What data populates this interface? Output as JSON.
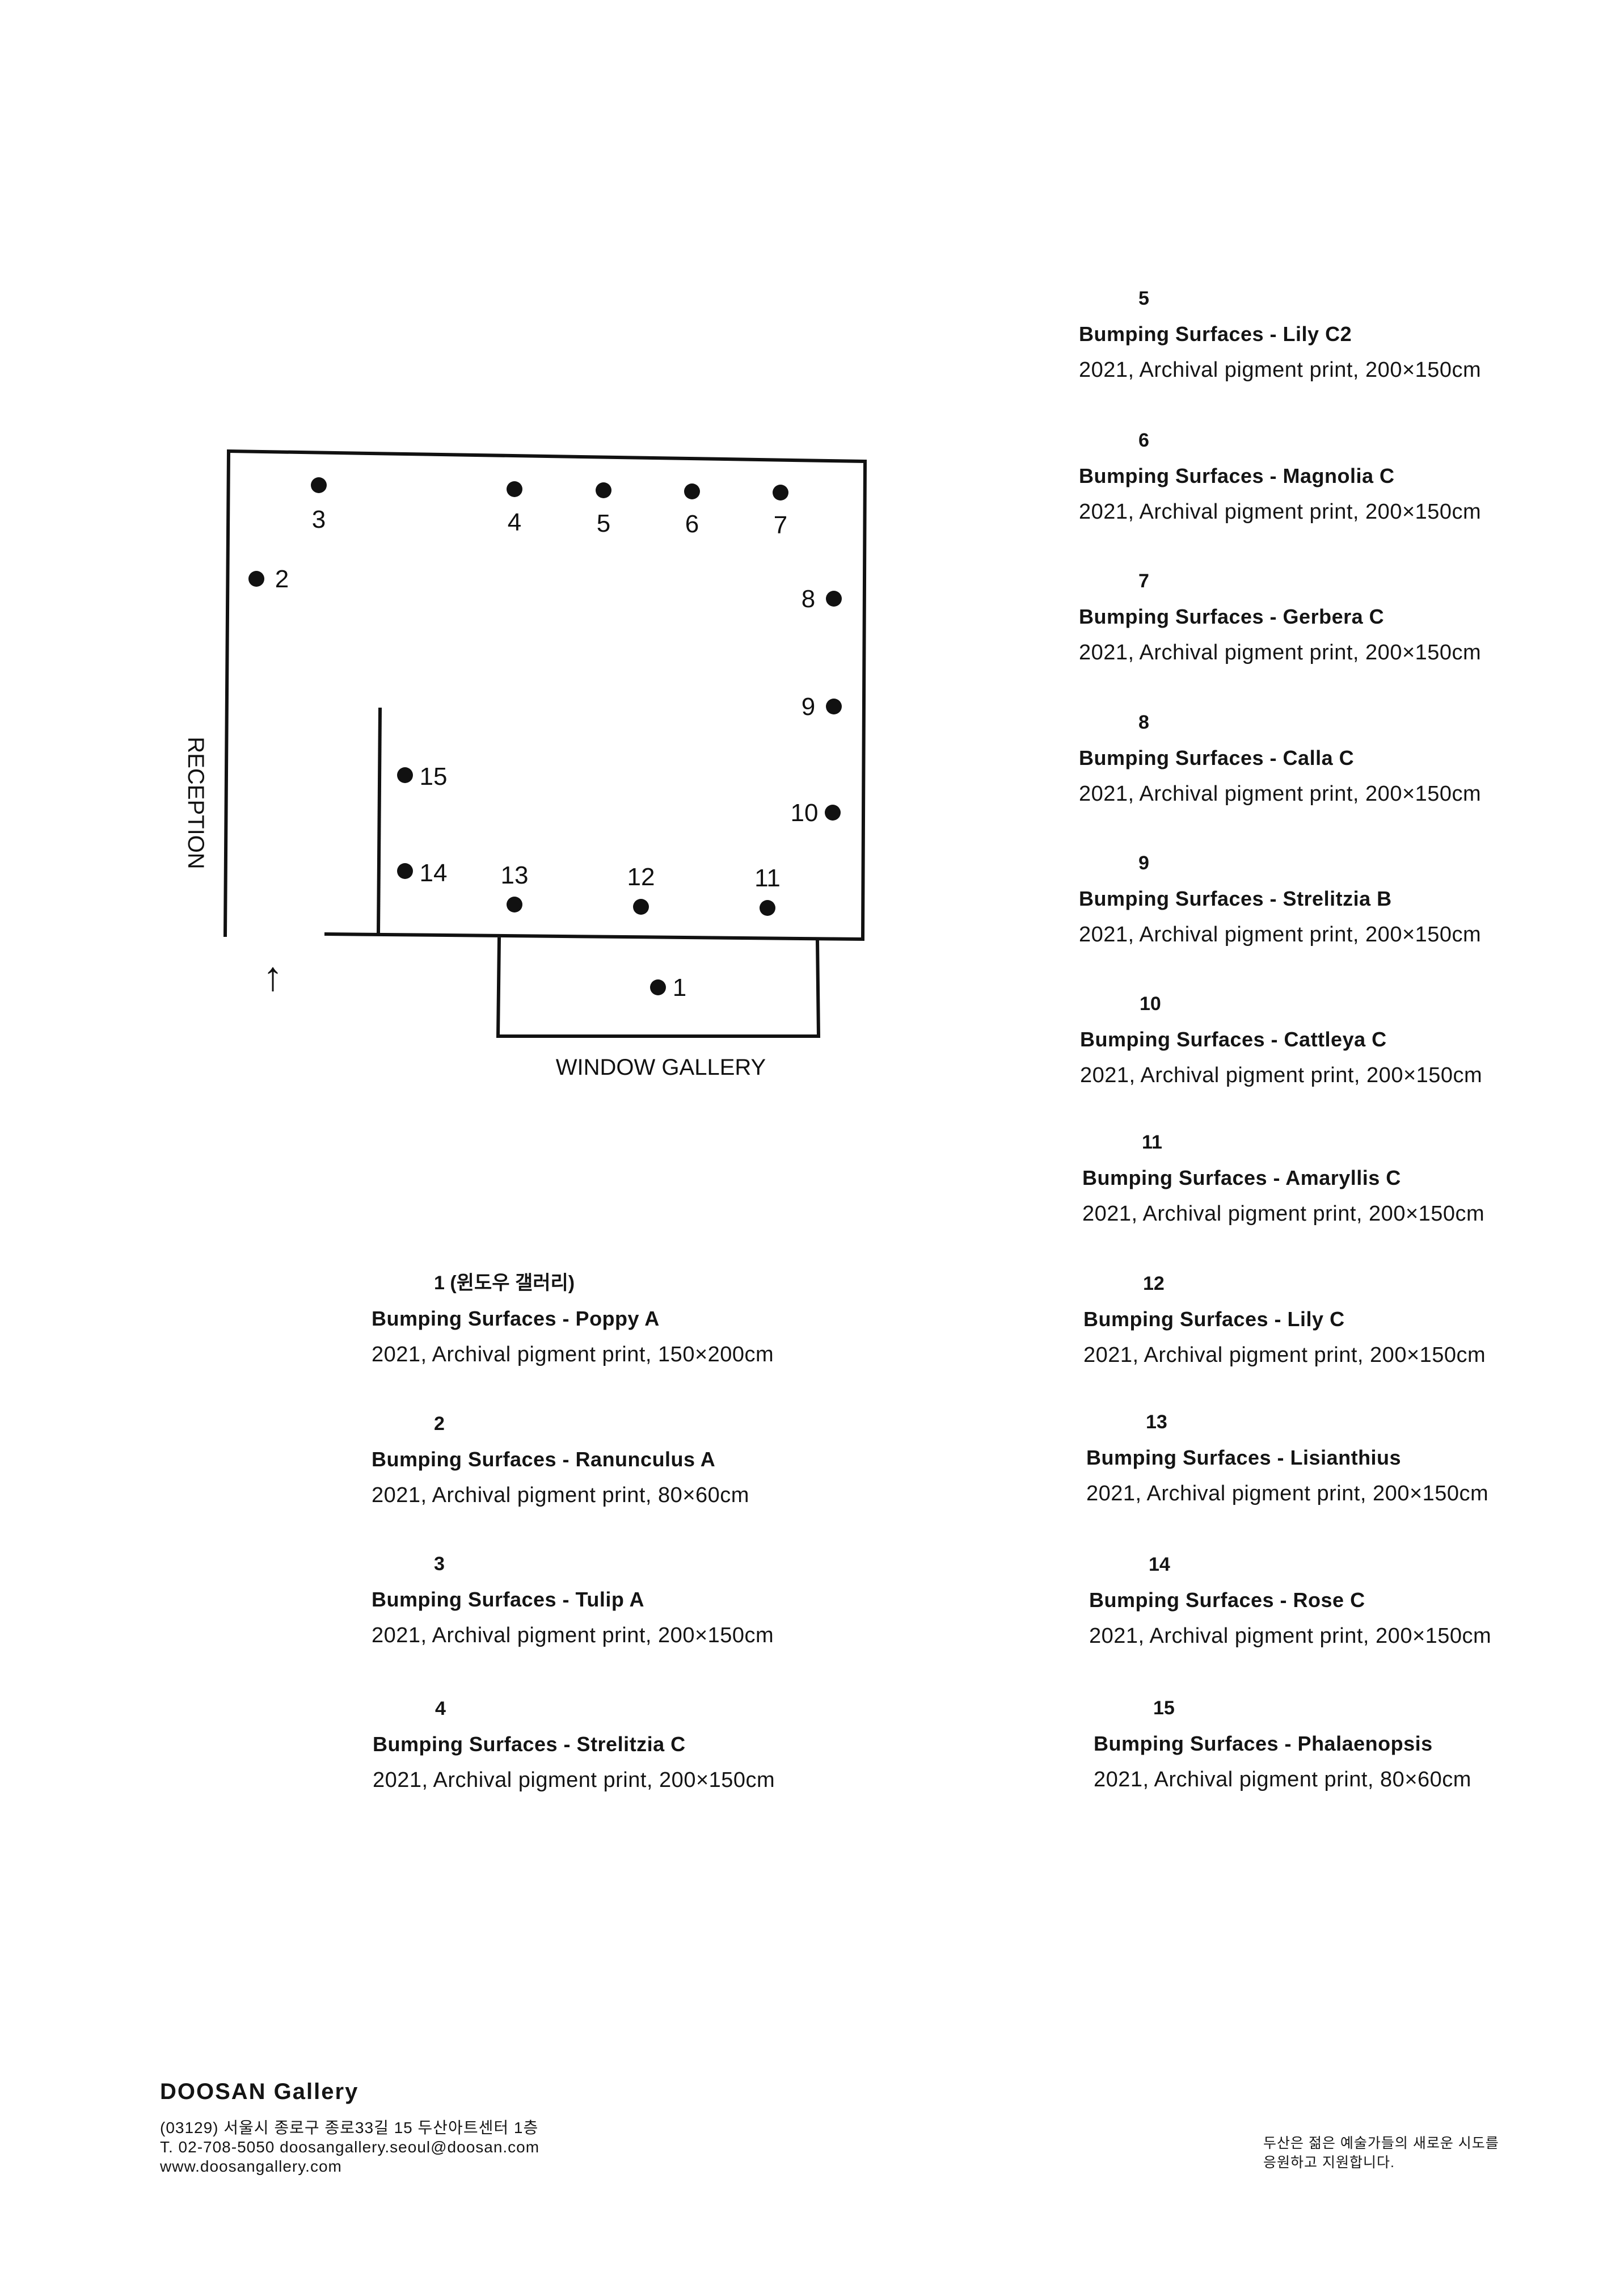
{
  "floorplan": {
    "spot_labels": [
      "1",
      "2",
      "3",
      "4",
      "5",
      "6",
      "7",
      "8",
      "9",
      "10",
      "11",
      "12",
      "13",
      "14",
      "15"
    ],
    "reception_label": "RECEPTION",
    "window_gallery_label": "WINDOW GALLERY",
    "entrance_arrow": "↑"
  },
  "works": [
    {
      "num": "1 (윈도우 갤러리)",
      "title": "Bumping Surfaces - Poppy A",
      "detail": "2021, Archival pigment print, 150×200cm"
    },
    {
      "num": "2",
      "title": "Bumping Surfaces - Ranunculus A",
      "detail": "2021, Archival pigment print, 80×60cm"
    },
    {
      "num": "3",
      "title": "Bumping Surfaces - Tulip A",
      "detail": "2021, Archival pigment print, 200×150cm"
    },
    {
      "num": "4",
      "title": "Bumping Surfaces - Strelitzia C",
      "detail": "2021, Archival pigment print, 200×150cm"
    },
    {
      "num": "5",
      "title": "Bumping Surfaces - Lily C2",
      "detail": "2021, Archival pigment print, 200×150cm"
    },
    {
      "num": "6",
      "title": "Bumping Surfaces - Magnolia C",
      "detail": "2021, Archival pigment print, 200×150cm"
    },
    {
      "num": "7",
      "title": "Bumping Surfaces - Gerbera C",
      "detail": "2021, Archival pigment print, 200×150cm"
    },
    {
      "num": "8",
      "title": "Bumping Surfaces - Calla C",
      "detail": "2021, Archival pigment print, 200×150cm"
    },
    {
      "num": "9",
      "title": "Bumping Surfaces - Strelitzia B",
      "detail": "2021, Archival pigment print, 200×150cm"
    },
    {
      "num": "10",
      "title": "Bumping Surfaces - Cattleya C",
      "detail": "2021, Archival pigment print, 200×150cm"
    },
    {
      "num": "11",
      "title": "Bumping Surfaces - Amaryllis C",
      "detail": "2021, Archival pigment print, 200×150cm"
    },
    {
      "num": "12",
      "title": "Bumping Surfaces - Lily C",
      "detail": "2021, Archival pigment print, 200×150cm"
    },
    {
      "num": "13",
      "title": "Bumping Surfaces - Lisianthius",
      "detail": "2021, Archival pigment print, 200×150cm"
    },
    {
      "num": "14",
      "title": "Bumping Surfaces - Rose C",
      "detail": "2021, Archival pigment print, 200×150cm"
    },
    {
      "num": "15",
      "title": "Bumping Surfaces - Phalaenopsis",
      "detail": "2021, Archival pigment print, 80×60cm"
    }
  ],
  "footer": {
    "brand": "DOOSAN Gallery",
    "address": "(03129) 서울시 종로구 종로33길 15 두산아트센터 1층",
    "contact": "T. 02-708-5050   doosangallery.seoul@doosan.com",
    "website": "www.doosangallery.com",
    "slogan_line1": "두산은 젊은 예술가들의 새로운 시도를",
    "slogan_line2": "응원하고 지원합니다."
  }
}
